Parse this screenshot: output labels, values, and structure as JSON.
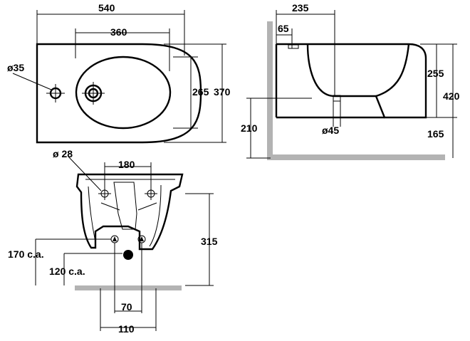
{
  "top_view": {
    "dim_overall_width": "540",
    "dim_bowl_width": "360",
    "dim_tap_hole": "ø35",
    "dim_bowl_depth": "265",
    "dim_overall_depth": "370"
  },
  "side_view": {
    "dim_projection": "235",
    "dim_offset": "65",
    "dim_bowl_height": "255",
    "dim_total_height": "420",
    "dim_rim_height": "210",
    "dim_outlet": "ø45",
    "dim_base_height": "165"
  },
  "rear_view": {
    "dim_fixing_hole": "ø 28",
    "dim_fixing_spacing": "180",
    "dim_supply_height": "170 c.a.",
    "dim_waste_height": "120 c.a.",
    "dim_total_height": "315",
    "dim_supply_spacing": "70",
    "dim_waste_spacing": "110"
  }
}
